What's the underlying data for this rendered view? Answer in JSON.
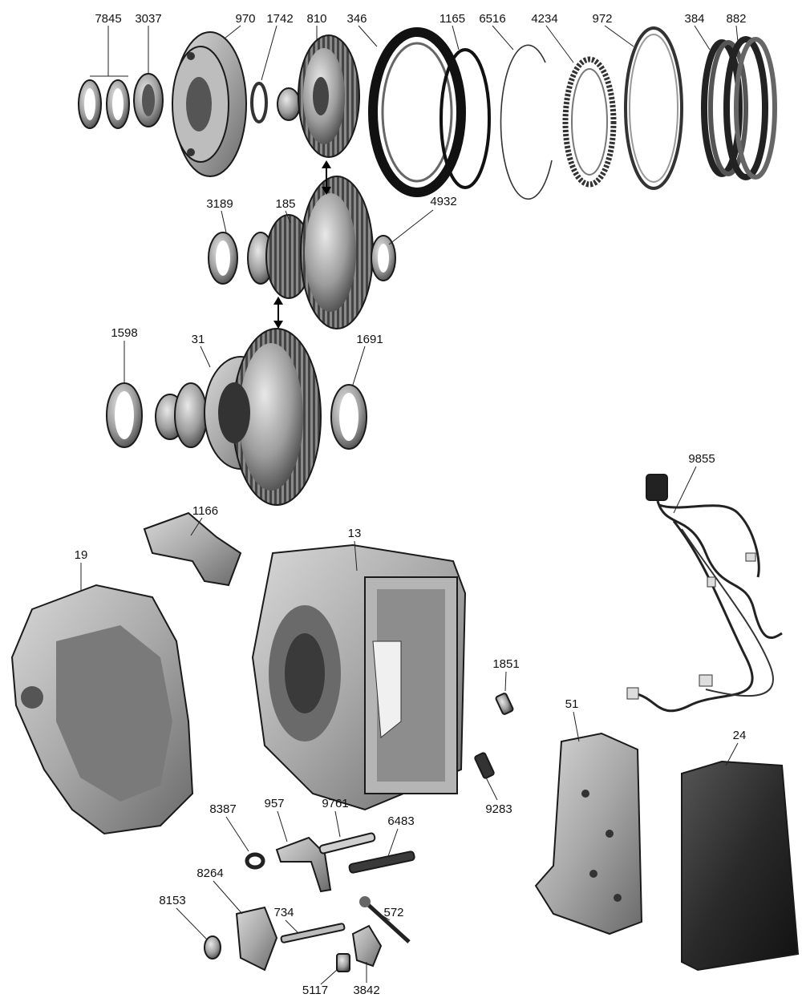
{
  "parts": [
    {
      "id": "p7845",
      "number": "7845"
    },
    {
      "id": "p3037",
      "number": "3037"
    },
    {
      "id": "p970",
      "number": "970"
    },
    {
      "id": "p1742",
      "number": "1742"
    },
    {
      "id": "p810",
      "number": "810"
    },
    {
      "id": "p346",
      "number": "346"
    },
    {
      "id": "p1165",
      "number": "1165"
    },
    {
      "id": "p6516",
      "number": "6516"
    },
    {
      "id": "p4234",
      "number": "4234"
    },
    {
      "id": "p972",
      "number": "972"
    },
    {
      "id": "p384",
      "number": "384"
    },
    {
      "id": "p882",
      "number": "882"
    },
    {
      "id": "p3189",
      "number": "3189"
    },
    {
      "id": "p185",
      "number": "185"
    },
    {
      "id": "p4932",
      "number": "4932"
    },
    {
      "id": "p1598",
      "number": "1598"
    },
    {
      "id": "p31",
      "number": "31"
    },
    {
      "id": "p1691",
      "number": "1691"
    },
    {
      "id": "p9855",
      "number": "9855"
    },
    {
      "id": "p1166",
      "number": "1166"
    },
    {
      "id": "p19",
      "number": "19"
    },
    {
      "id": "p13",
      "number": "13"
    },
    {
      "id": "p1851",
      "number": "1851"
    },
    {
      "id": "p51",
      "number": "51"
    },
    {
      "id": "p24",
      "number": "24"
    },
    {
      "id": "p9283",
      "number": "9283"
    },
    {
      "id": "p8387",
      "number": "8387"
    },
    {
      "id": "p957",
      "number": "957"
    },
    {
      "id": "p9761",
      "number": "9761"
    },
    {
      "id": "p6483",
      "number": "6483"
    },
    {
      "id": "p8264",
      "number": "8264"
    },
    {
      "id": "p8153",
      "number": "8153"
    },
    {
      "id": "p734",
      "number": "734"
    },
    {
      "id": "p572",
      "number": "572"
    },
    {
      "id": "p5117",
      "number": "5117"
    },
    {
      "id": "p3842",
      "number": "3842"
    }
  ],
  "colors": {
    "ink": "#1a1a1a",
    "metal": "#9a9a9a",
    "dark": "#3a3a3a",
    "light": "#d4d4d4"
  }
}
